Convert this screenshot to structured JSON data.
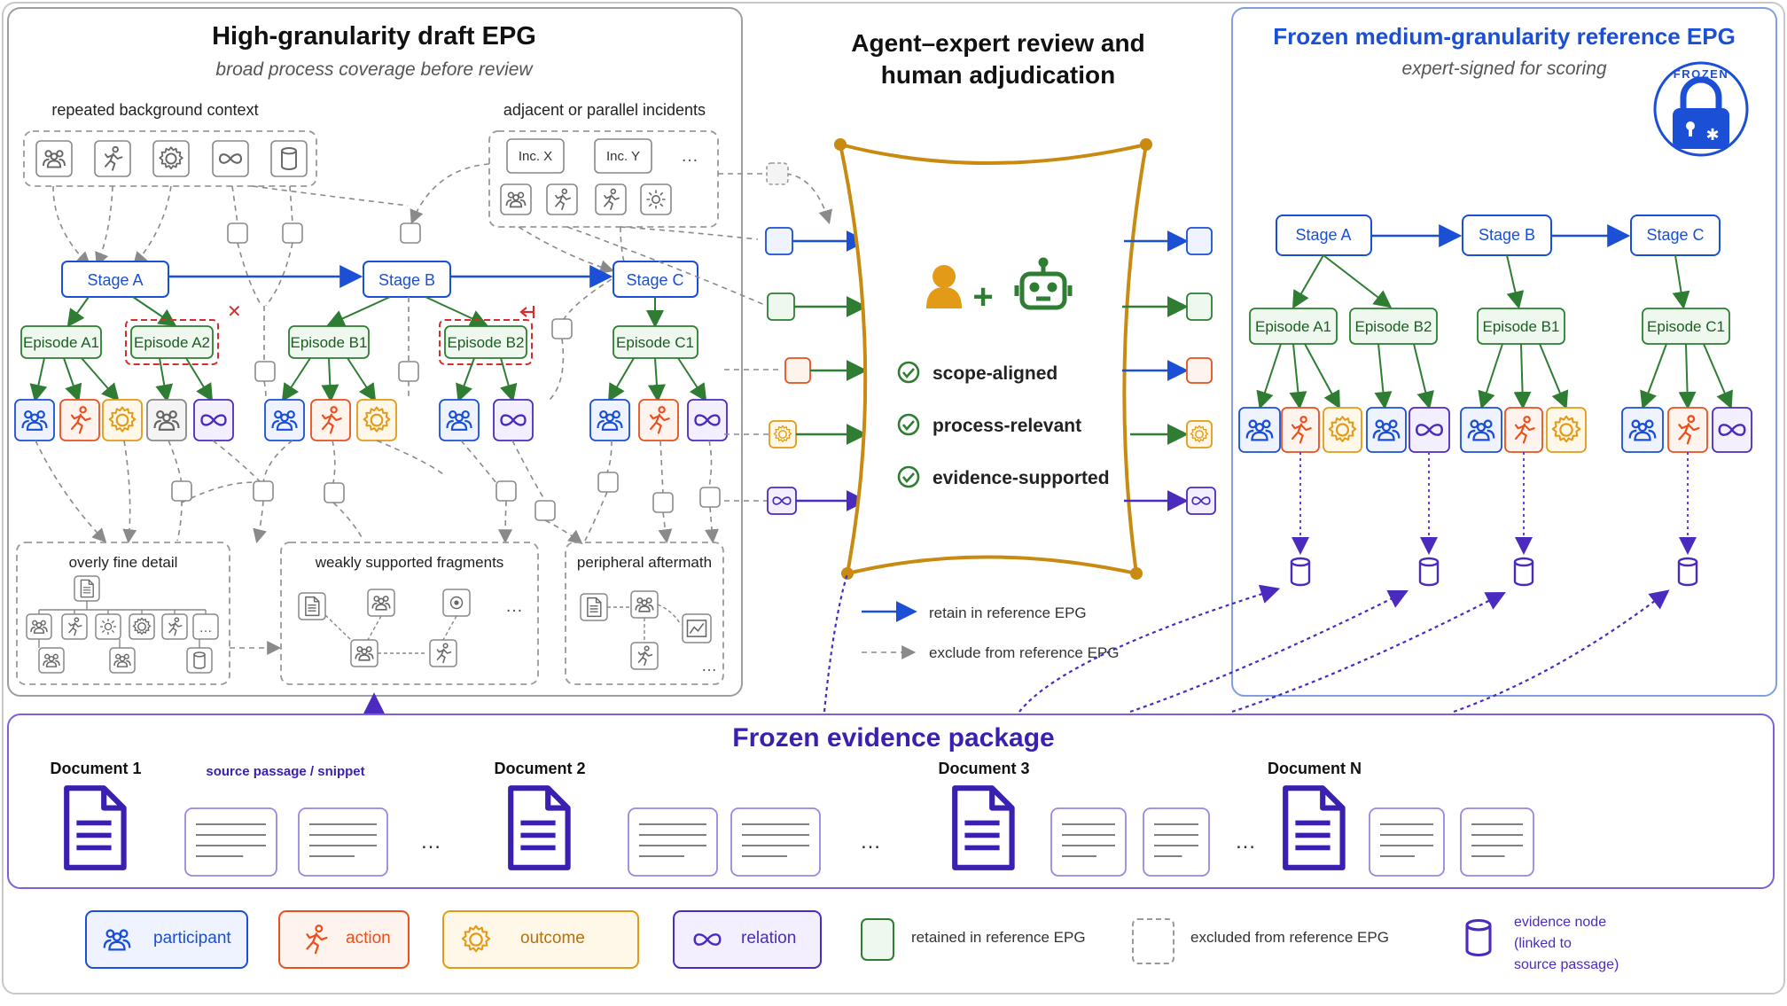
{
  "left_panel": {
    "title": "High-granularity draft EPG",
    "subtitle": "broad process coverage before review",
    "bg_context_label": "repeated background context",
    "adjacent_label": "adjacent or parallel incidents",
    "inc_x": "Inc. X",
    "inc_y": "Inc. Y",
    "ellipsis": "…",
    "stages": [
      "Stage A",
      "Stage B",
      "Stage C"
    ],
    "episodes": [
      "Episode A1",
      "Episode A2",
      "Episode B1",
      "Episode B2",
      "Episode C1"
    ],
    "overly_fine_label": "overly fine detail",
    "weak_fragments_label": "weakly supported fragments",
    "peripheral_label": "peripheral aftermath"
  },
  "middle_panel": {
    "title_line1": "Agent–expert review and",
    "title_line2": "human adjudication",
    "criteria": [
      "scope-aligned",
      "process-relevant",
      "evidence-supported"
    ],
    "legend_retain": "retain in reference EPG",
    "legend_exclude": "exclude from reference EPG"
  },
  "right_panel": {
    "title": "Frozen medium-granularity reference EPG",
    "subtitle": "expert-signed for scoring",
    "lock_label": "FROZEN",
    "stages": [
      "Stage A",
      "Stage B",
      "Stage C"
    ],
    "episodes": [
      "Episode A1",
      "Episode B2",
      "Episode B1",
      "Episode C1"
    ]
  },
  "evidence_package": {
    "title": "Frozen evidence package",
    "snippet_label": "source passage / snippet",
    "documents": [
      "Document 1",
      "Document 2",
      "Document 3",
      "Document N"
    ],
    "ellipsis": "…"
  },
  "legend": {
    "participant": "participant",
    "action": "action",
    "outcome": "outcome",
    "relation": "relation",
    "retained": "retained in reference EPG",
    "excluded": "excluded from reference EPG",
    "evidence_line1": "evidence node",
    "evidence_line2": "(linked to",
    "evidence_line3": "source passage)"
  },
  "colors": {
    "blue": "#1a4fd6",
    "green": "#2e7d32",
    "orange": "#e8501e",
    "gold": "#e39a17",
    "purple": "#4b2bbf",
    "gray": "#888888",
    "amber_frame": "#c98a12"
  }
}
